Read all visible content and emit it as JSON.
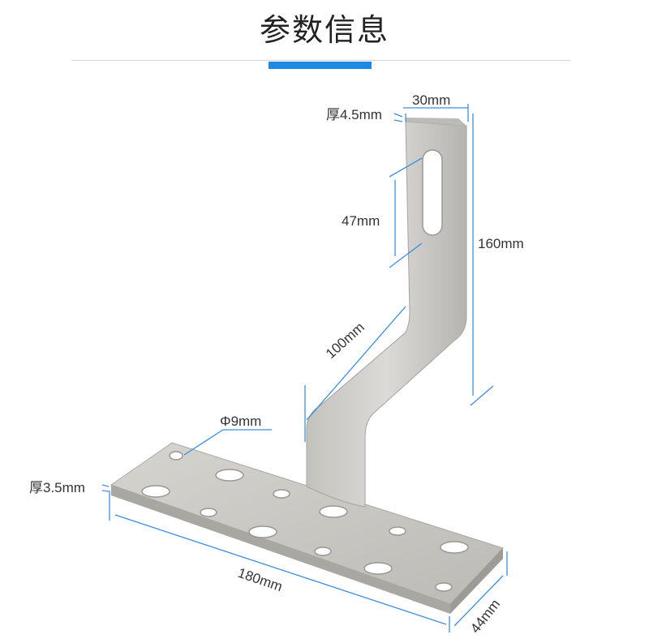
{
  "header": {
    "title": "参数信息",
    "accent_color": "#1e88e5"
  },
  "dimensions": {
    "top_thickness": "厚4.5mm",
    "top_width": "30mm",
    "slot_length": "47mm",
    "height": "160mm",
    "arm_length": "100mm",
    "hole_diameter": "Φ9mm",
    "base_thickness": "厚3.5mm",
    "base_length": "180mm",
    "base_width": "44mm"
  },
  "colors": {
    "dimension_line": "#3a8fe0",
    "metal": "#c9c7c2"
  }
}
